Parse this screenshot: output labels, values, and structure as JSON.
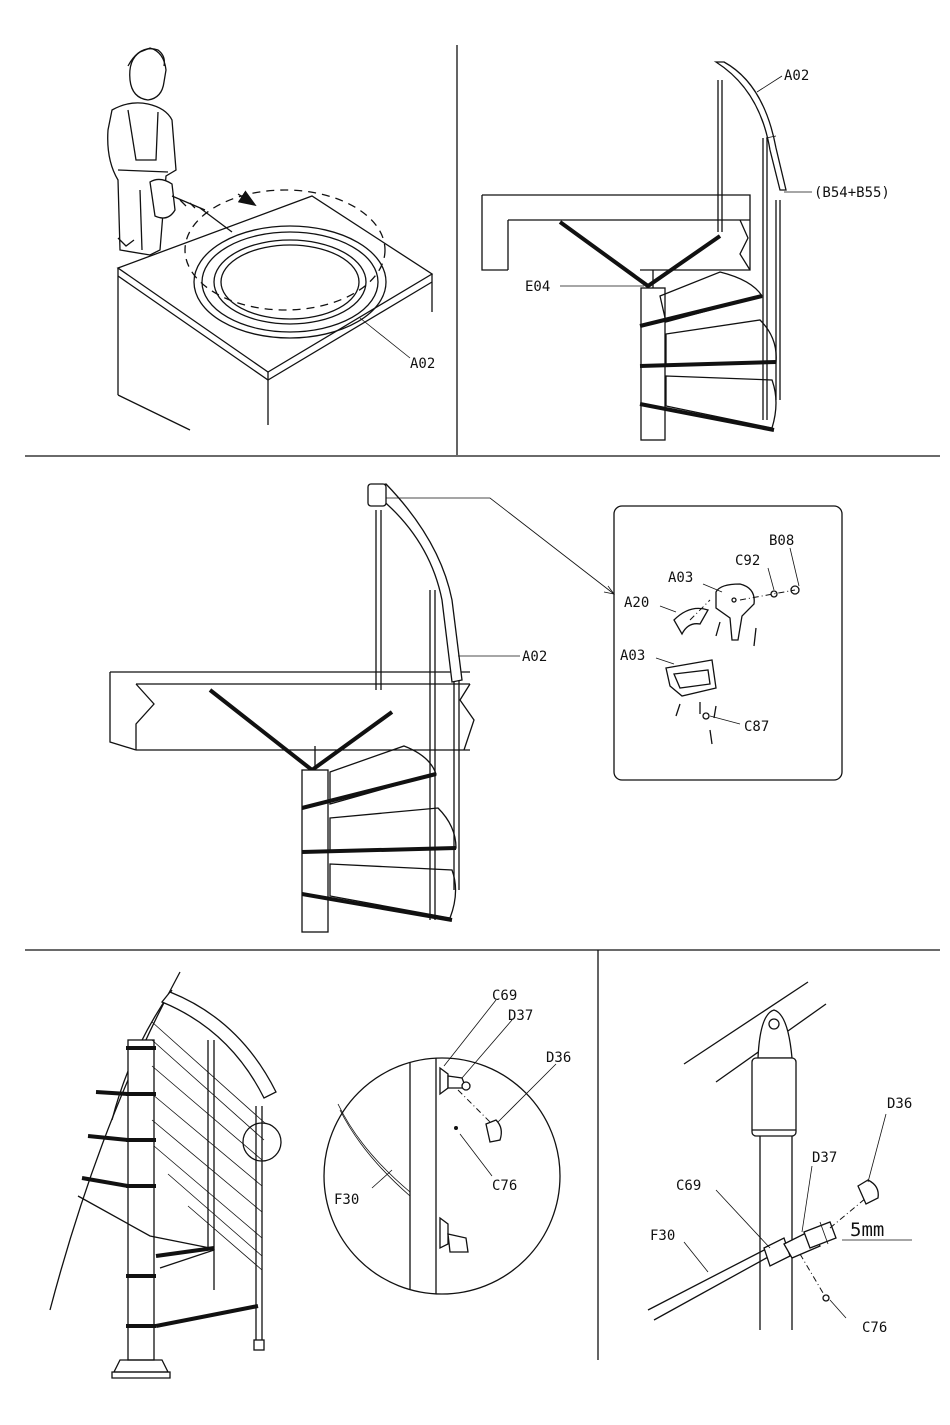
{
  "panel1": {
    "labels": {
      "rail": "A02"
    }
  },
  "panel2": {
    "labels": {
      "rail": "A02",
      "bolts": "(B54+B55)",
      "post": "E04"
    }
  },
  "panel3": {
    "labels": {
      "rail": "A02"
    },
    "detail": {
      "labels": {
        "b08": "B08",
        "c92": "C92",
        "a03_top": "A03",
        "a20": "A20",
        "a03_bottom": "A03",
        "c87": "C87"
      }
    }
  },
  "panel4": {
    "labels": {
      "c69": "C69",
      "d37": "D37",
      "d36": "D36",
      "f30": "F30",
      "c76": "C76"
    }
  },
  "panel5": {
    "labels": {
      "d36": "D36",
      "d37": "D37",
      "c69": "C69",
      "f30": "F30",
      "gap": "5mm",
      "c76": "C76"
    }
  }
}
